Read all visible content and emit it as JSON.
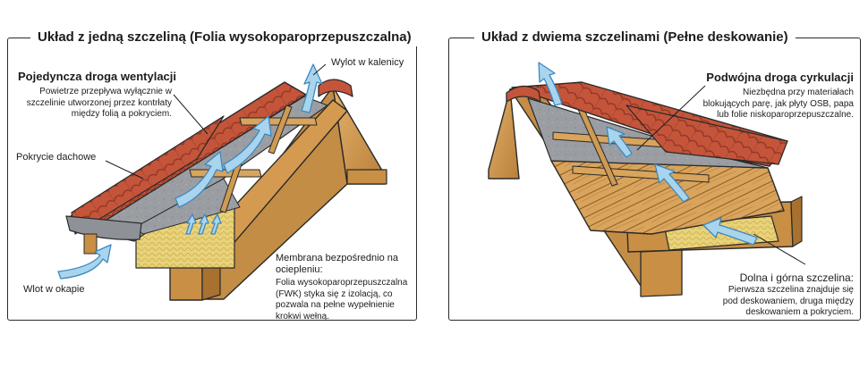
{
  "left": {
    "title": "Układ z jedną szczeliną (Folia wysokoparoprzepuszczalna)",
    "single_path_heading": "Pojedyncza droga wentylacji",
    "single_path_desc": [
      "Powietrze przepływa wyłącznie w",
      "szczelinie utworzonej przez kontrłaty",
      "między folią a pokryciem."
    ],
    "roof_covering": "Pokrycie dachowe",
    "ridge_outlet": "Wylot w kalenicy",
    "eave_inlet": "Wlot w okapie",
    "membrane_heading": [
      "Membrana bezpośrednio na",
      "ociepleniu:"
    ],
    "membrane_desc": [
      "Folia wysokoparoprzepuszczalna",
      "(FWK) styka się z izolacją, co",
      "pozwala na pełne wypełnienie",
      "krokwi wełną."
    ]
  },
  "right": {
    "title": "Układ z dwiema szczelinami (Pełne deskowanie)",
    "double_path_heading": "Podwójna droga cyrkulacji",
    "double_path_desc": [
      "Niezbędna przy materiałach",
      "blokujących parę, jak płyty OSB, papa",
      "lub folie niskoparoprzepuszczalne."
    ],
    "gaps_heading": "Dolna i górna szczelina:",
    "gaps_desc": [
      "Pierwsza szczelina znajduje się",
      "pod deskowaniem, druga między",
      "deskowaniem a pokryciem."
    ]
  },
  "colors": {
    "tile": "#c4553a",
    "tile_dark": "#8e3524",
    "wood": "#d9a45c",
    "wood_dark": "#a8712f",
    "membrane": "#9a9ea3",
    "insulation": "#e9d37a",
    "air": "#a9d4ee",
    "air_stroke": "#3e88bf",
    "outline": "#2a2a2a"
  },
  "icons": [
    "ventilation-arrow-icon",
    "leader-line"
  ]
}
